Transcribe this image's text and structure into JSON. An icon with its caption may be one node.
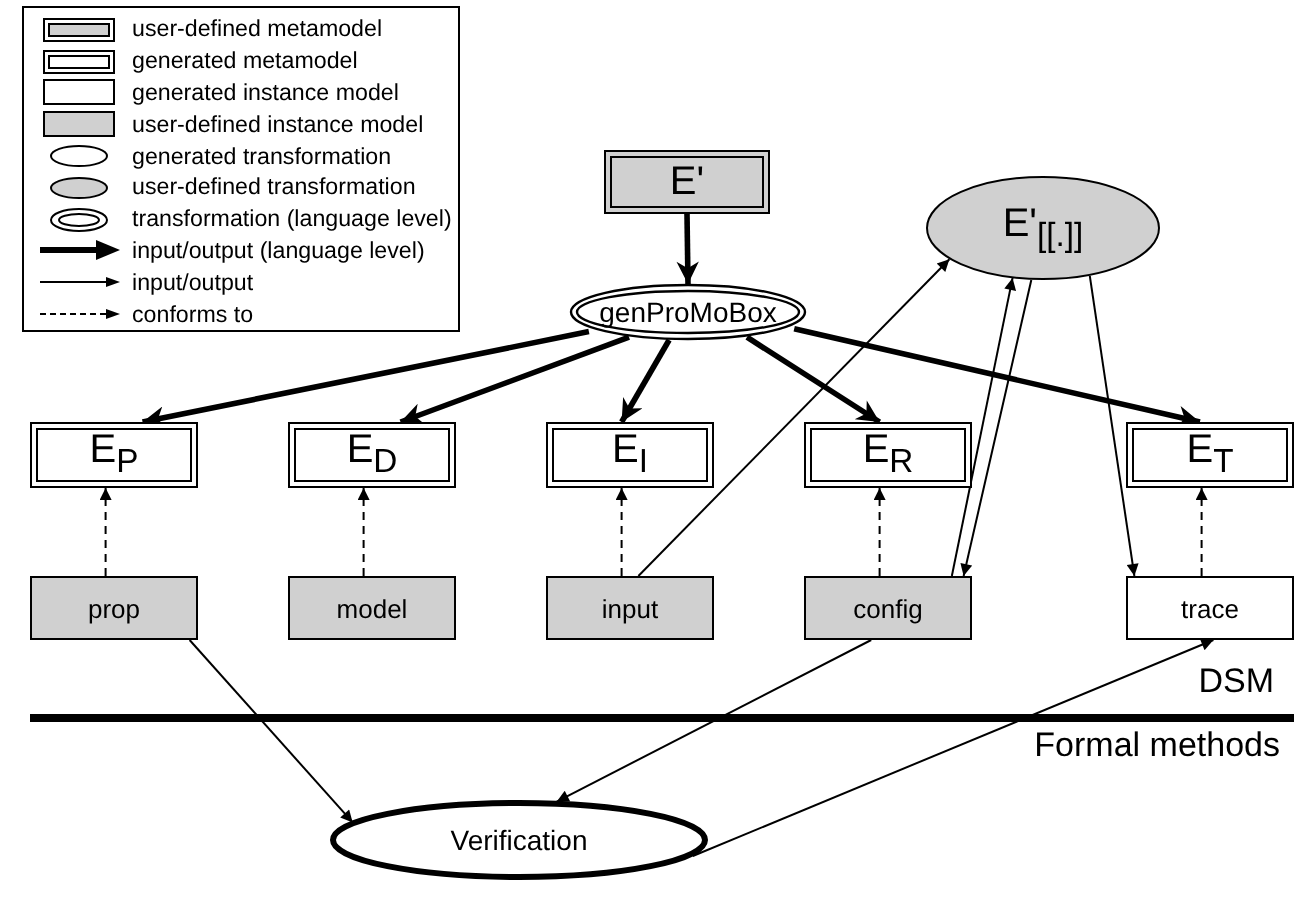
{
  "diagram": {
    "nodes": [
      {
        "text": [
          "E'"
        ]
      },
      {
        "text": [
          "genProMoBox"
        ]
      },
      {
        "text": [
          "E'$_{[[.]]}$"
        ]
      },
      {
        "text": [
          "E$_{P}$"
        ]
      },
      {
        "text": [
          "E$_{D}$"
        ]
      },
      {
        "text": [
          "E$_{I}$"
        ]
      },
      {
        "text": [
          "E$_{R}$"
        ]
      },
      {
        "text": [
          "E$_{T}$"
        ]
      },
      {
        "text": [
          "prop"
        ]
      },
      {
        "text": [
          "model"
        ]
      },
      {
        "text": [
          "input"
        ]
      },
      {
        "text": [
          "config"
        ]
      },
      {
        "text": [
          "trace"
        ]
      },
      {
        "text": [
          "Verification"
        ]
      }
    ],
    "edges": [
      {
        "from": 0,
        "to": 1,
        "arrow": "to",
        "style": "thick"
      },
      {
        "from": 1,
        "to": 3,
        "arrow": "to",
        "style": "thick"
      },
      {
        "from": 1,
        "to": 4,
        "arrow": "to",
        "style": "thick"
      },
      {
        "from": 1,
        "to": 5,
        "arrow": "to",
        "style": "thick"
      },
      {
        "from": 1,
        "to": 6,
        "arrow": "to",
        "style": "thick"
      },
      {
        "from": 1,
        "to": 7,
        "arrow": "to",
        "style": "thick"
      },
      {
        "from": 8,
        "to": 3,
        "arrow": "to",
        "style": "dashed"
      },
      {
        "from": 9,
        "to": 4,
        "arrow": "to",
        "style": "dashed"
      },
      {
        "from": 10,
        "to": 5,
        "arrow": "to",
        "style": "dashed"
      },
      {
        "from": 11,
        "to": 6,
        "arrow": "to",
        "style": "dashed"
      },
      {
        "from": 12,
        "to": 7,
        "arrow": "to",
        "style": "dashed"
      },
      {
        "from": 10,
        "to": 2,
        "arrow": "to"
      },
      {
        "from": 11,
        "to": 2,
        "arrow": "to"
      },
      {
        "from": 2,
        "to": 11,
        "arrow": "to"
      },
      {
        "from": 2,
        "to": 12,
        "arrow": "to"
      },
      {
        "from": 8,
        "to": 13,
        "arrow": "to"
      },
      {
        "from": 11,
        "to": 13,
        "arrow": "to"
      },
      {
        "from": 13,
        "to": 12,
        "arrow": "to"
      }
    ],
    "labels": [
      "DSM",
      "Formal methods"
    ],
    "legend": [
      {
        "text": "user-defined metamodel"
      },
      {
        "text": "generated metamodel"
      },
      {
        "text": "generated instance model"
      },
      {
        "text": "user-defined instance model"
      },
      {
        "text": "generated transformation"
      },
      {
        "text": "user-defined transformation"
      },
      {
        "text": "transformation (language level)"
      },
      {
        "text": "input/output (language level)"
      },
      {
        "text": "input/output"
      },
      {
        "text": "conforms to"
      }
    ]
  }
}
